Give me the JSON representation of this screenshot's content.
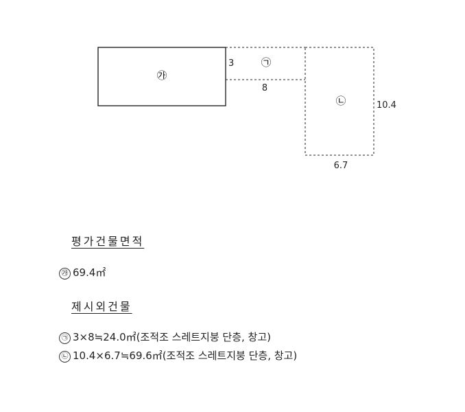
{
  "diagram": {
    "main_building": {
      "marker": "㉮"
    },
    "annex_a": {
      "marker": "㉠",
      "width_label": "8",
      "height_label": "3"
    },
    "annex_b": {
      "marker": "㉡",
      "width_label": "6.7",
      "height_label": "10.4"
    }
  },
  "sections": {
    "evaluated": {
      "heading": "평가건물면적",
      "items": [
        {
          "marker": "㉮",
          "text": "69.4㎡"
        }
      ]
    },
    "excluded": {
      "heading": "제시외건물",
      "items": [
        {
          "marker": "㉠",
          "text": "3×8≒24.0㎡(조적조 스레트지붕 단층, 창고)"
        },
        {
          "marker": "㉡",
          "text": "10.4×6.7≒69.6㎡(조적조 스레트지붕 단층, 창고)"
        }
      ]
    }
  }
}
